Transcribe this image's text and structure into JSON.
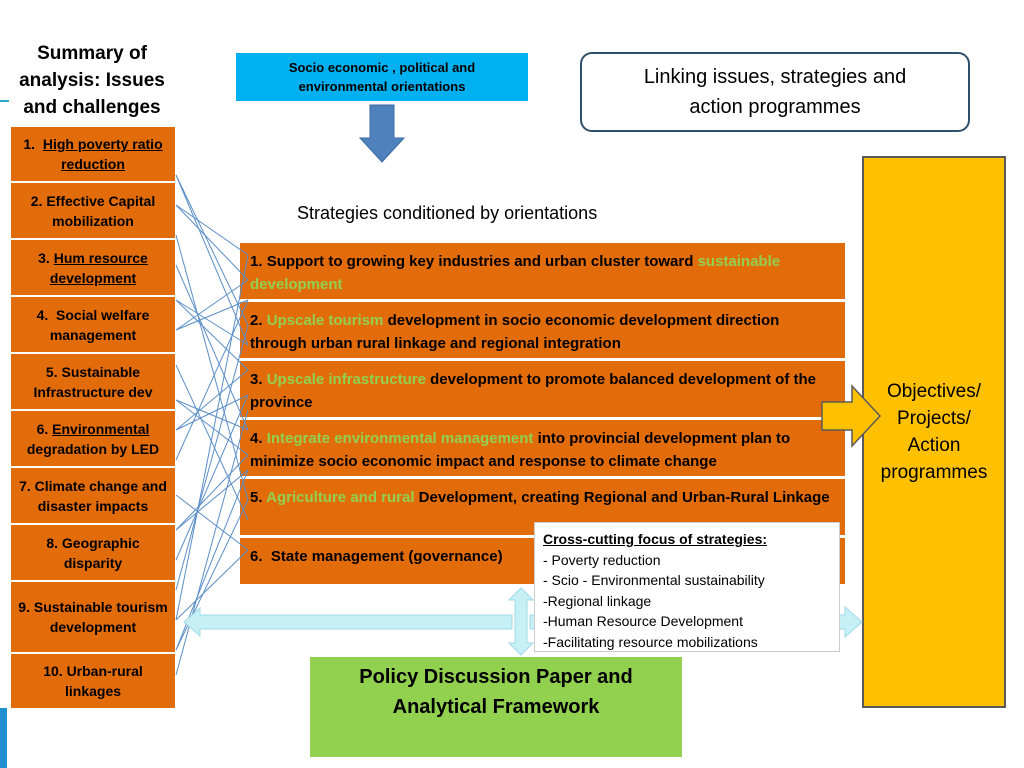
{
  "summary": {
    "title_lines": [
      "Summary of",
      "analysis: Issues",
      "and challenges"
    ],
    "issues": [
      {
        "num": "1.",
        "text": "High poverty ratio reduction"
      },
      {
        "num": "2.",
        "text": "Effective Capital mobilization"
      },
      {
        "num": "3.",
        "text": "Hum resource development"
      },
      {
        "num": "4.",
        "text": "Social welfare management"
      },
      {
        "num": "5.",
        "text": "Sustainable Infrastructure dev"
      },
      {
        "num": "6.",
        "text_u": "Environmental",
        "text_rest": "degradation by LED"
      },
      {
        "num": "7.",
        "text": "Climate change and disaster impacts"
      },
      {
        "num": "8.",
        "text": "Geographic disparity"
      },
      {
        "num": "9.",
        "text": "Sustainable tourism development"
      },
      {
        "num": "10.",
        "text": "Urban-rural linkages"
      }
    ]
  },
  "orientation_box": {
    "line1": "Socio economic , political and",
    "line2": "environmental orientations"
  },
  "linking_box": {
    "line1": "Linking issues, strategies and",
    "line2": "action programmes"
  },
  "strategies": {
    "heading": "Strategies conditioned by orientations",
    "items": [
      {
        "num": "1.",
        "pre": "Support to growing key industries and urban cluster toward",
        "green": "sustainable development",
        "post": ""
      },
      {
        "num": "2.",
        "pre": "",
        "green": "Upscale tourism",
        "post": "development   in socio economic development direction through urban rural linkage and regional integration"
      },
      {
        "num": "3.",
        "pre": "",
        "green": "Upscale infrastructure",
        "post": "development to promote balanced development of the province"
      },
      {
        "num": "4.",
        "pre": "",
        "green": "Integrate environmental management",
        "post": "into provincial development plan to minimize socio economic impact and response to climate change"
      },
      {
        "num": "5.",
        "pre": "",
        "green": "Agriculture and rural",
        "post": "Development, creating Regional and Urban-Rural Linkage"
      },
      {
        "num": "6.",
        "pre": "State management (governance)",
        "green": "",
        "post": ""
      }
    ]
  },
  "cross_cutting": {
    "title": "Cross-cutting focus of strategies:",
    "items": [
      "-  Poverty reduction",
      "-  Scio - Environmental sustainability",
      "-Regional linkage",
      "-Human Resource Development",
      "-Facilitating resource mobilizations"
    ]
  },
  "objectives": {
    "lines": [
      "Objectives/",
      "Projects/",
      "Action",
      "programmes"
    ]
  },
  "policy": {
    "line1": "Policy Discussion Paper and",
    "line2": "Analytical Framework"
  },
  "colors": {
    "issue_orange": "#e36c0a",
    "strategy_orange": "#e36c0a",
    "green_text": "#92d050",
    "orientation_blue": "#00b0f0",
    "objectives_yellow": "#ffc000",
    "policy_green": "#92d050",
    "arrow_blue": "#4f81bd",
    "connector_cyan": "#c6f0f6"
  }
}
